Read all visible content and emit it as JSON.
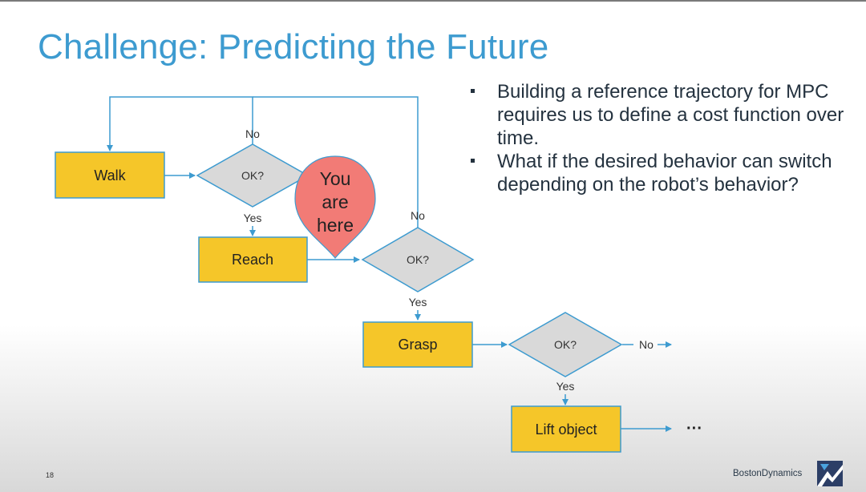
{
  "slide": {
    "title": "Challenge: Predicting the Future",
    "page_number": "18",
    "brand": "BostonDynamics"
  },
  "bullets": [
    "Building a reference trajectory for MPC requires us to define a cost function over time.",
    "What if the desired behavior can switch depending on the robot’s behavior?"
  ],
  "flowchart": {
    "steps": {
      "walk": "Walk",
      "reach": "Reach",
      "grasp": "Grasp",
      "lift": "Lift object"
    },
    "decision_label": "OK?",
    "yes_label": "Yes",
    "no_label": "No",
    "continuation": "···",
    "marker": {
      "lines": [
        "You",
        "are",
        "here"
      ],
      "color": "#f27b76"
    }
  },
  "colors": {
    "title": "#3d9bd0",
    "box_fill": "#f5c629",
    "box_stroke": "#3d9bd0",
    "diamond_fill": "#d9d9d9",
    "connector": "#3d9bd0",
    "text": "#24323f"
  }
}
